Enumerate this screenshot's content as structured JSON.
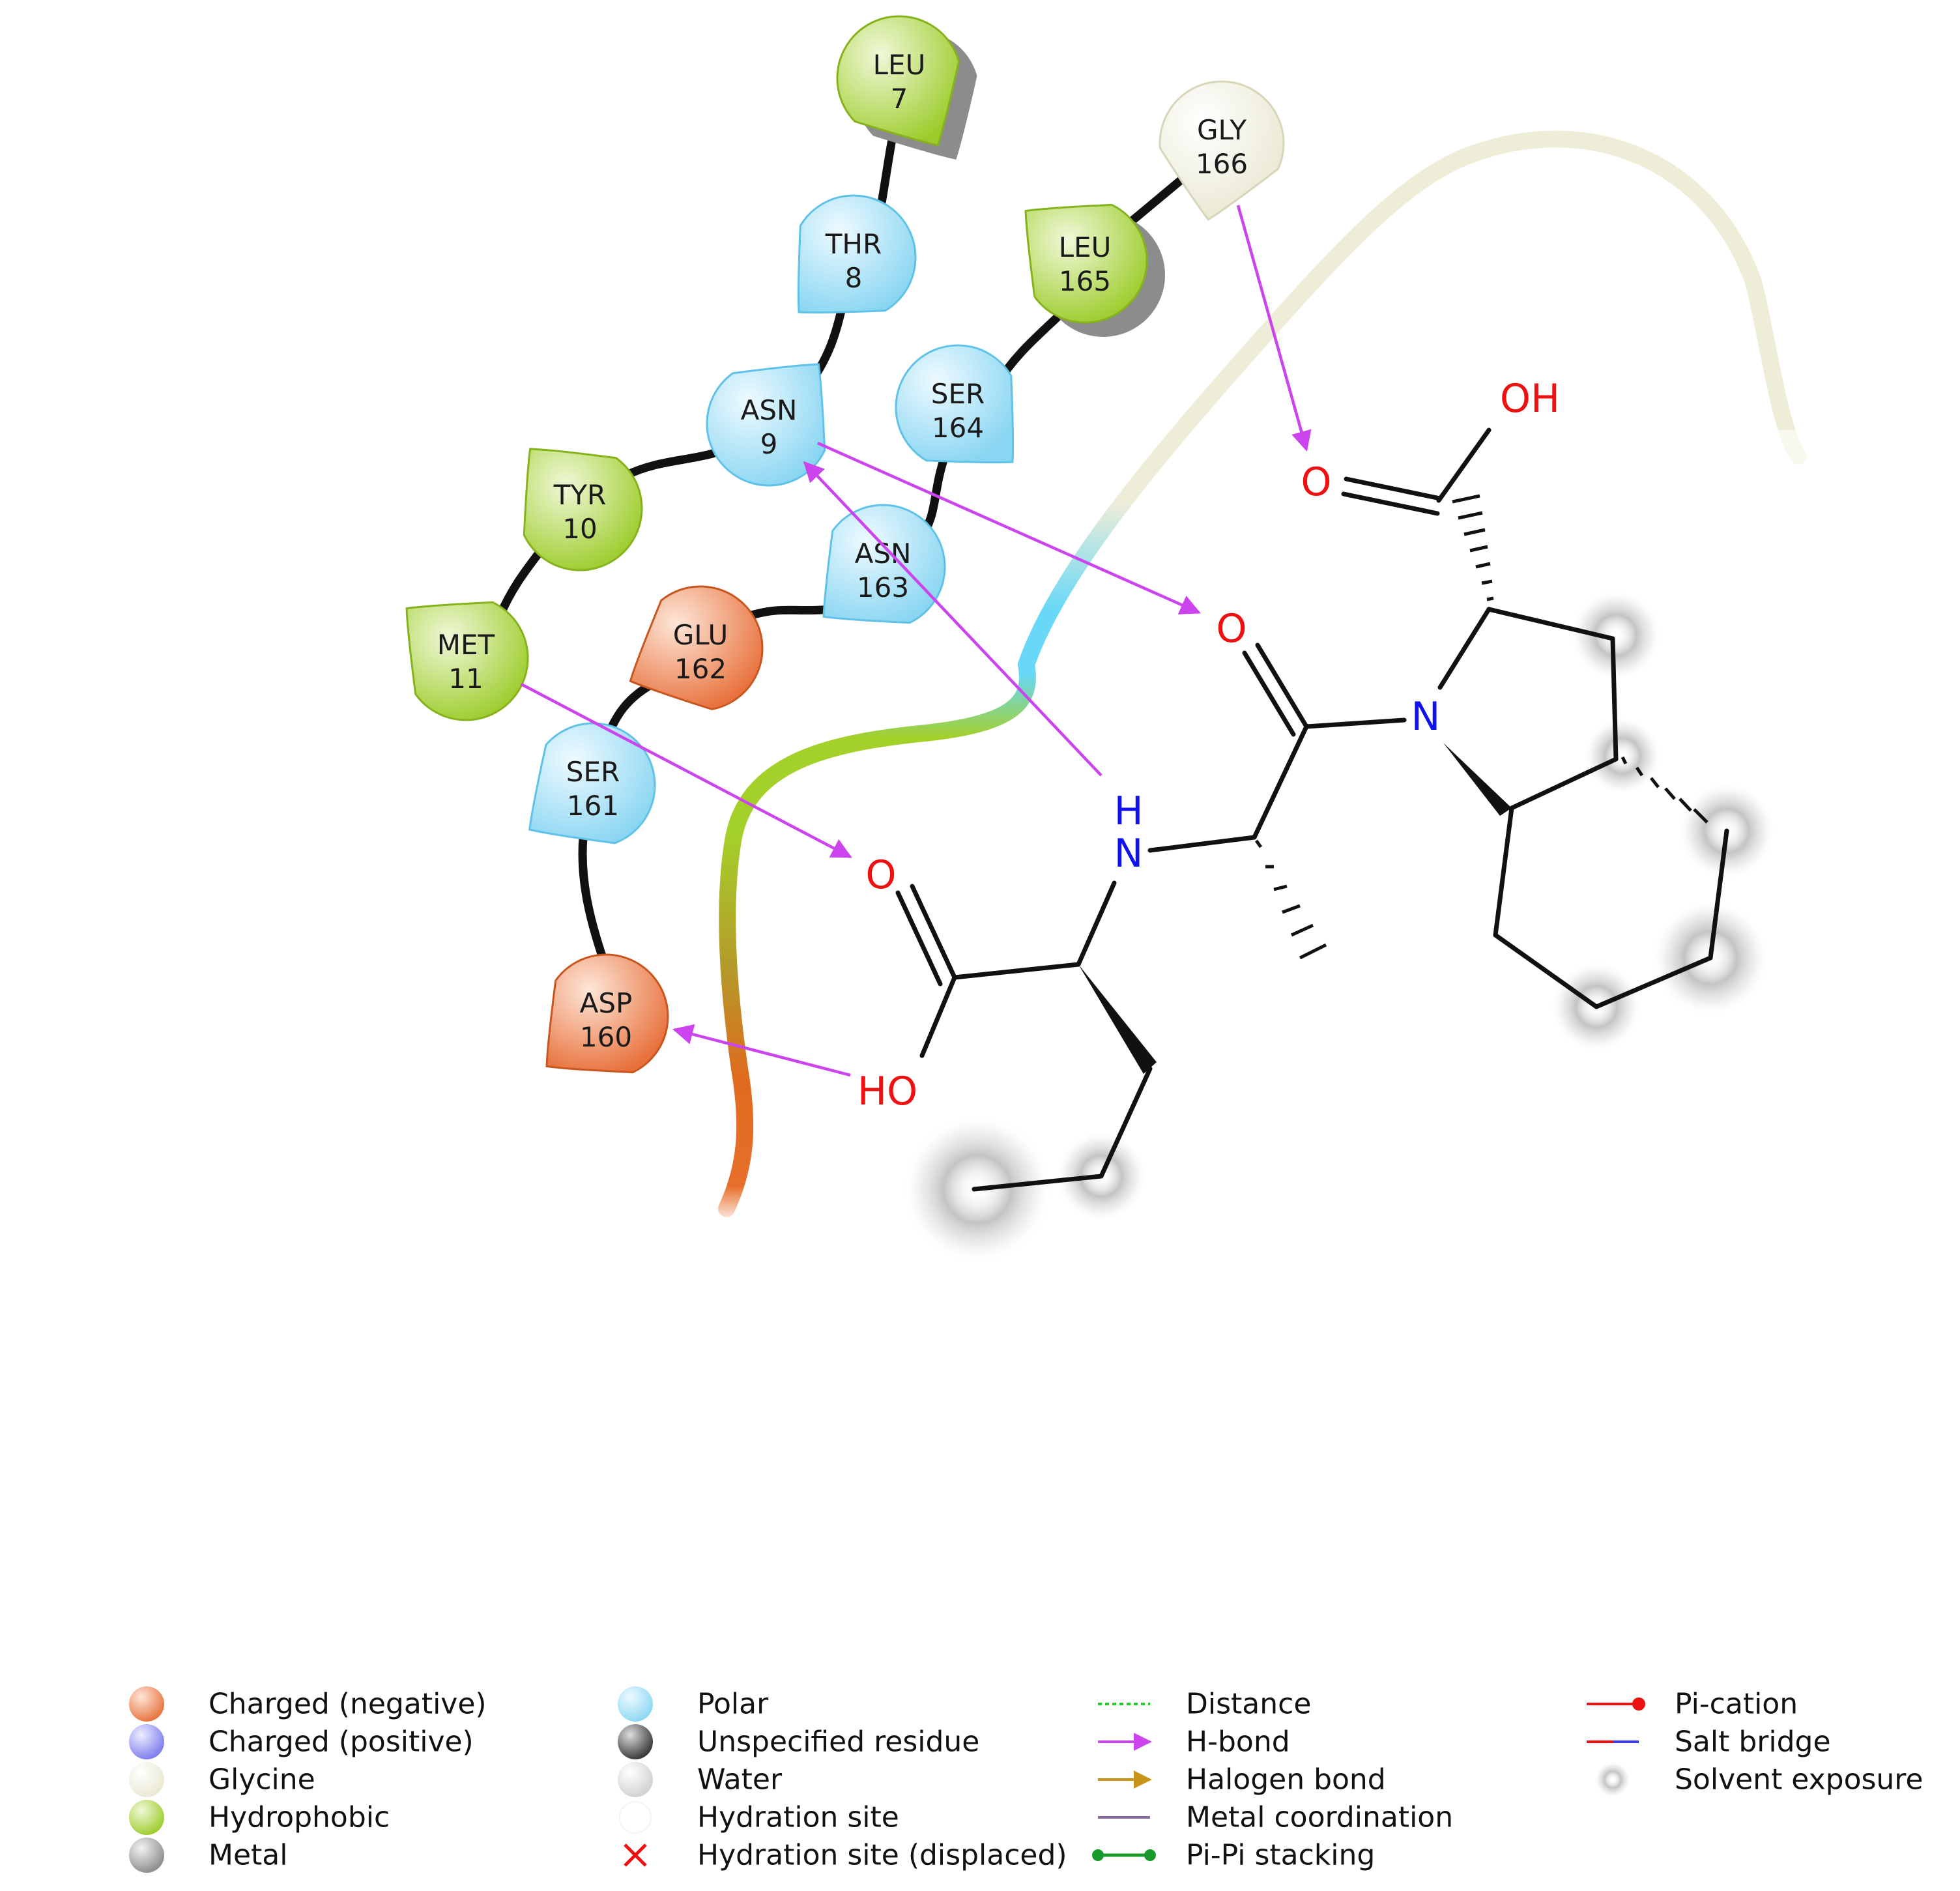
{
  "colors": {
    "negative": "#e8703a",
    "positive": "#8b8bf0",
    "glycine": "#f1f0df",
    "hydrophobic": "#a8d434",
    "metal": "#9a9a9a",
    "polar": "#9ddcf4",
    "unspecified": "#555555",
    "water": "#e4e4e4",
    "hbond": "#cc44ee",
    "oxygen": "#ee1111",
    "nitrogen": "#1111ee",
    "bond": "#111111",
    "backbone": "#111111"
  },
  "residues": [
    {
      "id": "leu7",
      "name": "LEU",
      "num": "7",
      "type": "hydrophobic",
      "shadow": true
    },
    {
      "id": "thr8",
      "name": "THR",
      "num": "8",
      "type": "polar",
      "shadow": false
    },
    {
      "id": "asn9",
      "name": "ASN",
      "num": "9",
      "type": "polar",
      "shadow": false
    },
    {
      "id": "tyr10",
      "name": "TYR",
      "num": "10",
      "type": "hydrophobic",
      "shadow": false
    },
    {
      "id": "met11",
      "name": "MET",
      "num": "11",
      "type": "hydrophobic",
      "shadow": false
    },
    {
      "id": "gly166",
      "name": "GLY",
      "num": "166",
      "type": "glycine",
      "shadow": false
    },
    {
      "id": "leu165",
      "name": "LEU",
      "num": "165",
      "type": "hydrophobic",
      "shadow": true
    },
    {
      "id": "ser164",
      "name": "SER",
      "num": "164",
      "type": "polar",
      "shadow": false
    },
    {
      "id": "asn163",
      "name": "ASN",
      "num": "163",
      "type": "polar",
      "shadow": false
    },
    {
      "id": "glu162",
      "name": "GLU",
      "num": "162",
      "type": "negative",
      "shadow": false
    },
    {
      "id": "ser161",
      "name": "SER",
      "num": "161",
      "type": "polar",
      "shadow": false
    },
    {
      "id": "asp160",
      "name": "ASP",
      "num": "160",
      "type": "negative",
      "shadow": false
    }
  ],
  "atoms": [
    {
      "id": "o-cooh-top",
      "text": "O",
      "element": "oxygen"
    },
    {
      "id": "oh-cooh-top",
      "text": "OH",
      "element": "oxygen"
    },
    {
      "id": "o-amide",
      "text": "O",
      "element": "oxygen"
    },
    {
      "id": "n-ring",
      "text": "N",
      "element": "nitrogen"
    },
    {
      "id": "h-amine",
      "text": "H",
      "element": "nitrogen"
    },
    {
      "id": "n-amine",
      "text": "N",
      "element": "nitrogen"
    },
    {
      "id": "o-cooh-bottom",
      "text": "O",
      "element": "oxygen"
    },
    {
      "id": "ho-cooh-bottom",
      "text": "HO",
      "element": "oxygen"
    }
  ],
  "interactions": [
    {
      "from": "GLY 166",
      "to": "O",
      "kind": "H-bond"
    },
    {
      "from": "ASN 9",
      "to": "O",
      "kind": "H-bond"
    },
    {
      "from": "H",
      "to": "ASN 9",
      "kind": "H-bond"
    },
    {
      "from": "MET 11",
      "to": "O",
      "kind": "H-bond"
    },
    {
      "from": "HO",
      "to": "ASP 160",
      "kind": "H-bond"
    }
  ],
  "legend": {
    "col1": [
      {
        "label": "Charged (negative)",
        "icon": "negative"
      },
      {
        "label": "Charged (positive)",
        "icon": "positive"
      },
      {
        "label": "Glycine",
        "icon": "glycine"
      },
      {
        "label": "Hydrophobic",
        "icon": "hydrophobic"
      },
      {
        "label": "Metal",
        "icon": "metal"
      }
    ],
    "col2": [
      {
        "label": "Polar",
        "icon": "polar"
      },
      {
        "label": "Unspecified residue",
        "icon": "unspecified"
      },
      {
        "label": "Water",
        "icon": "water"
      },
      {
        "label": "Hydration site",
        "icon": "hydration"
      },
      {
        "label": "Hydration site (displaced)",
        "icon": "hydration-displaced"
      }
    ],
    "col3": [
      {
        "label": "Distance",
        "icon": "distance"
      },
      {
        "label": "H-bond",
        "icon": "hbond"
      },
      {
        "label": "Halogen bond",
        "icon": "halogen"
      },
      {
        "label": "Metal coordination",
        "icon": "metal-coord"
      },
      {
        "label": "Pi-Pi stacking",
        "icon": "pipi"
      }
    ],
    "col4": [
      {
        "label": "Pi-cation",
        "icon": "pication"
      },
      {
        "label": "Salt bridge",
        "icon": "saltbridge"
      },
      {
        "label": "Solvent exposure",
        "icon": "solvent"
      }
    ]
  }
}
